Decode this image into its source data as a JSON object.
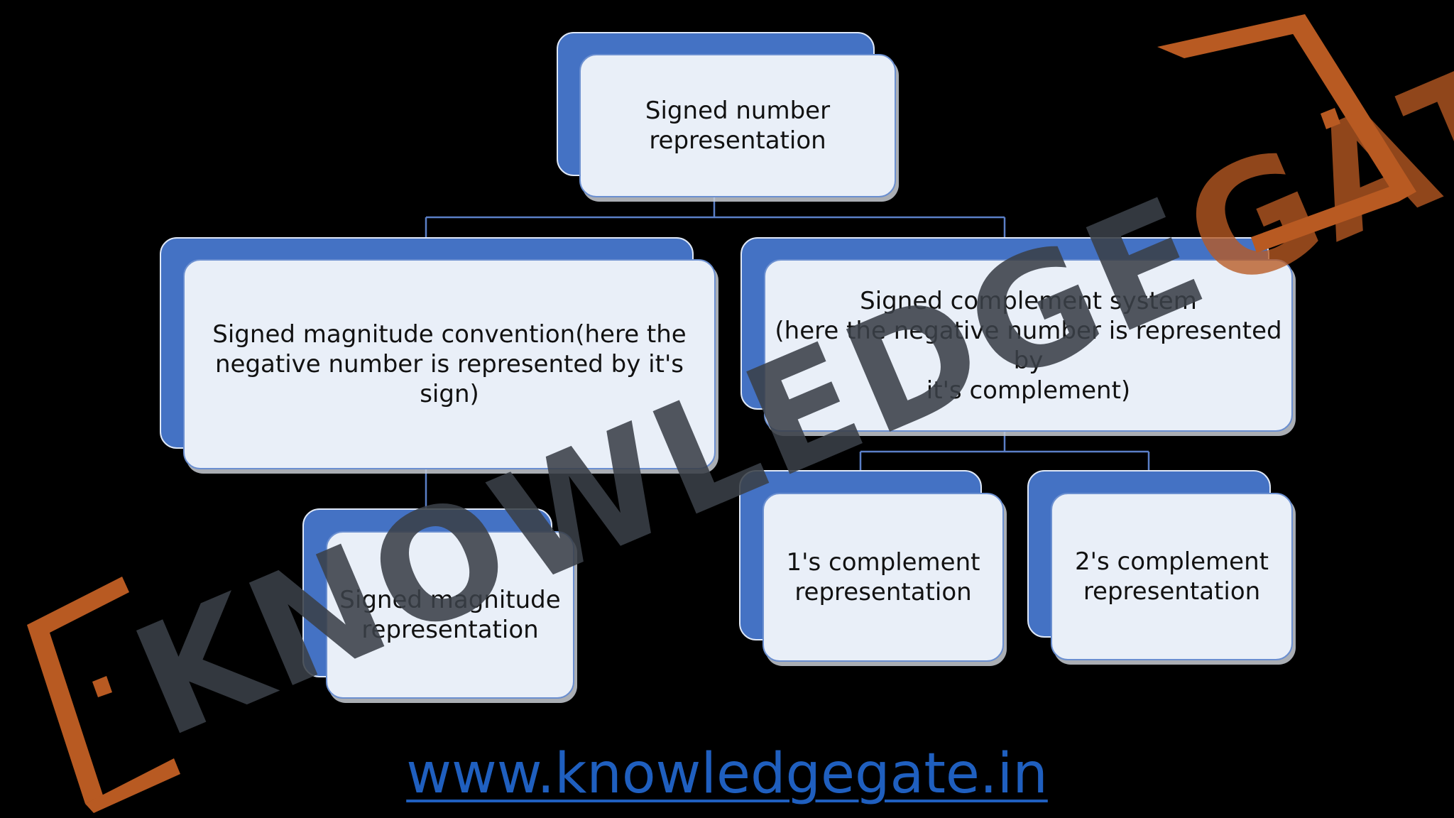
{
  "diagram": {
    "root": {
      "label": "Signed number\nrepresentation"
    },
    "signed_magnitude_convention": {
      "label": "Signed magnitude convention(here the\nnegative number is represented by it's sign)"
    },
    "signed_complement_system": {
      "label": "Signed complement system\n(here the negative number is represented by\nit's complement)"
    },
    "signed_magnitude_representation": {
      "label": "Signed magnitude\nrepresentation"
    },
    "ones_complement": {
      "label": "1's complement\nrepresentation"
    },
    "twos_complement": {
      "label": "2's complement\nrepresentation"
    }
  },
  "watermark": {
    "dark_text": "KNOWLEDGE",
    "orange_text": "GATE",
    "dark_color": "#3a4048",
    "orange_color": "#b85a22"
  },
  "footer": {
    "url": "www.knowledgegate.in"
  },
  "colors": {
    "node_back": "#4472c4",
    "node_front": "#e9eff8",
    "connector": "#5b7fc7",
    "url": "#1f5fbf"
  }
}
